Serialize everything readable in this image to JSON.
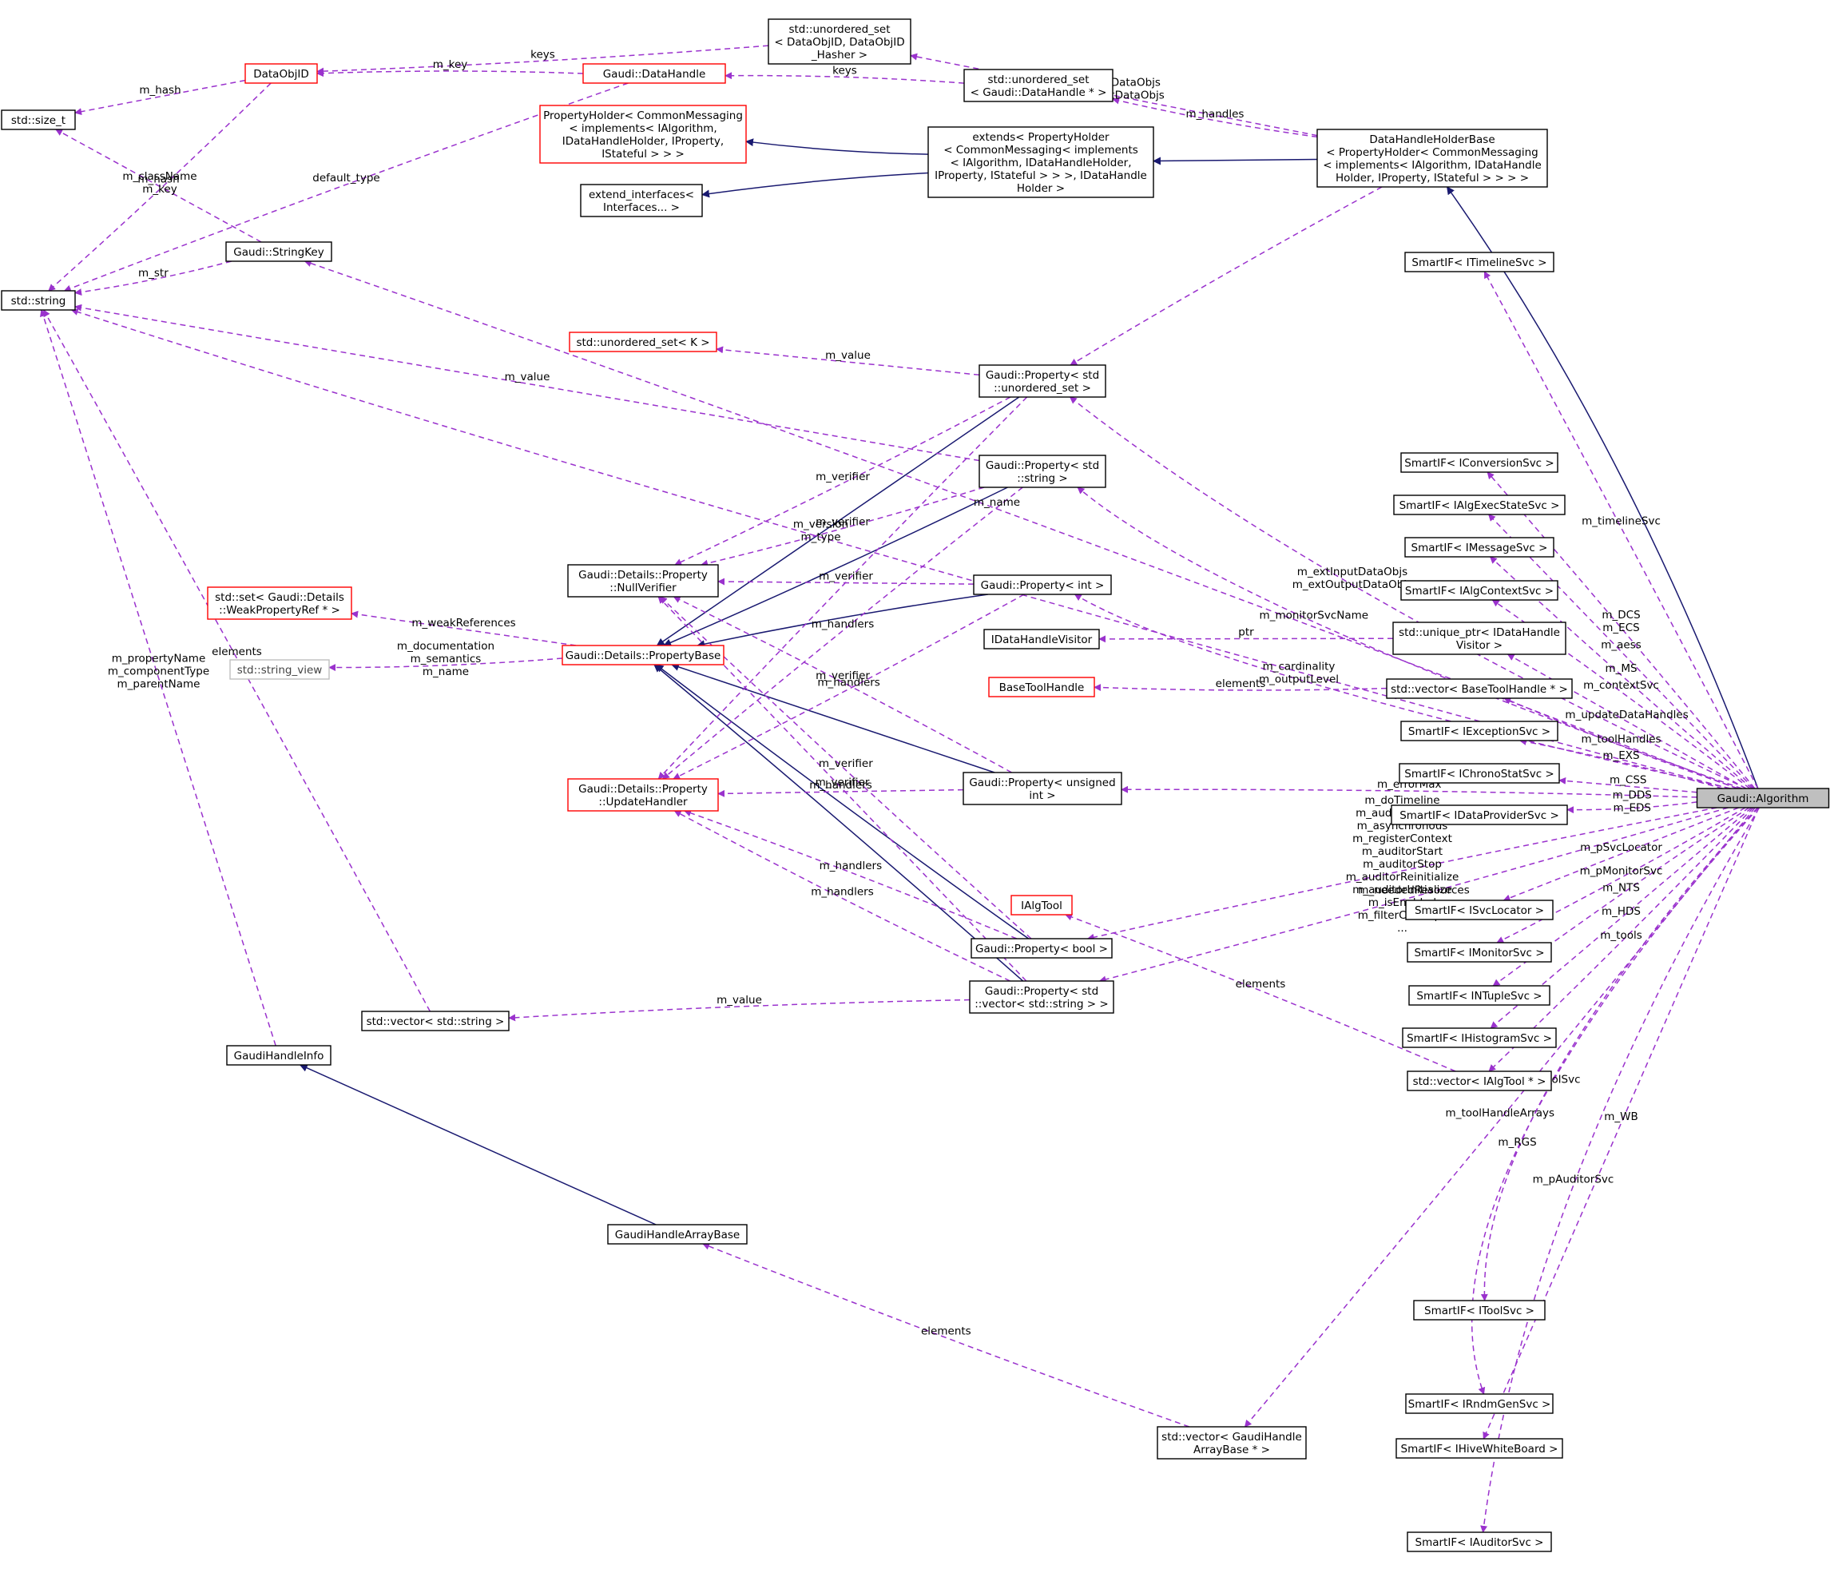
{
  "diagram": {
    "nodes": [
      {
        "id": "algorithm",
        "lines": [
          "Gaudi::Algorithm"
        ],
        "style": "root"
      },
      {
        "id": "std_string",
        "lines": [
          "std::string"
        ]
      },
      {
        "id": "size_t",
        "lines": [
          "std::size_t"
        ]
      },
      {
        "id": "dataobjid",
        "lines": [
          "DataObjID"
        ],
        "style": "red"
      },
      {
        "id": "datahandle",
        "lines": [
          "Gaudi::DataHandle"
        ],
        "style": "red"
      },
      {
        "id": "uset_dataobjid",
        "lines": [
          "std::unordered_set",
          "< DataObjID, DataObjID",
          "_Hasher >"
        ]
      },
      {
        "id": "uset_datahandle",
        "lines": [
          "std::unordered_set",
          "< Gaudi::DataHandle * >"
        ]
      },
      {
        "id": "propertyholder",
        "lines": [
          "PropertyHolder< CommonMessaging",
          "< implements< IAlgorithm,",
          "IDataHandleHolder, IProperty,",
          "IStateful > > >"
        ],
        "style": "red"
      },
      {
        "id": "extends",
        "lines": [
          "extends< PropertyHolder",
          "< CommonMessaging< implements",
          "< IAlgorithm, IDataHandleHolder,",
          "IProperty, IStateful > > >, IDataHandle",
          "Holder >"
        ]
      },
      {
        "id": "dhholderbase",
        "lines": [
          "DataHandleHolderBase",
          "< PropertyHolder< CommonMessaging",
          "< implements< IAlgorithm, IDataHandle",
          "Holder, IProperty, IStateful > > > >"
        ]
      },
      {
        "id": "extend_interfaces",
        "lines": [
          "extend_interfaces<",
          "Interfaces... >"
        ]
      },
      {
        "id": "stringkey",
        "lines": [
          "Gaudi::StringKey"
        ]
      },
      {
        "id": "smart_timeline",
        "lines": [
          "SmartIF< ITimelineSvc >"
        ]
      },
      {
        "id": "uset_k",
        "lines": [
          "std::unordered_set< K >"
        ],
        "style": "red"
      },
      {
        "id": "prop_uset",
        "lines": [
          "Gaudi::Property< std",
          "::unordered_set >"
        ]
      },
      {
        "id": "prop_string",
        "lines": [
          "Gaudi::Property< std",
          "::string >"
        ]
      },
      {
        "id": "nullverifier",
        "lines": [
          "Gaudi::Details::Property",
          "::NullVerifier"
        ]
      },
      {
        "id": "prop_int",
        "lines": [
          "Gaudi::Property< int >"
        ]
      },
      {
        "id": "set_weak",
        "lines": [
          "std::set< Gaudi::Details",
          "::WeakPropertyRef * >"
        ],
        "style": "red"
      },
      {
        "id": "propertybase",
        "lines": [
          "Gaudi::Details::PropertyBase"
        ],
        "style": "red"
      },
      {
        "id": "string_view",
        "lines": [
          "std::string_view"
        ],
        "style": "gray"
      },
      {
        "id": "updatehandler",
        "lines": [
          "Gaudi::Details::Property",
          "::UpdateHandler"
        ],
        "style": "red"
      },
      {
        "id": "prop_uint",
        "lines": [
          "Gaudi::Property< unsigned",
          "int >"
        ]
      },
      {
        "id": "ialgtool",
        "lines": [
          "IAlgTool"
        ],
        "style": "red"
      },
      {
        "id": "prop_bool",
        "lines": [
          "Gaudi::Property< bool >"
        ]
      },
      {
        "id": "prop_vecstring",
        "lines": [
          "Gaudi::Property< std",
          "::vector< std::string > >"
        ]
      },
      {
        "id": "vec_string",
        "lines": [
          "std::vector< std::string >"
        ]
      },
      {
        "id": "gaudihandleinfo",
        "lines": [
          "GaudiHandleInfo"
        ]
      },
      {
        "id": "gaudihandlearraybase",
        "lines": [
          "GaudiHandleArrayBase"
        ]
      },
      {
        "id": "vec_gharraybase",
        "lines": [
          "std::vector< GaudiHandle",
          "ArrayBase * >"
        ]
      },
      {
        "id": "smart_conversion",
        "lines": [
          "SmartIF< IConversionSvc >"
        ]
      },
      {
        "id": "smart_algexec",
        "lines": [
          "SmartIF< IAlgExecStateSvc >"
        ]
      },
      {
        "id": "smart_message",
        "lines": [
          "SmartIF< IMessageSvc >"
        ]
      },
      {
        "id": "smart_algcontext",
        "lines": [
          "SmartIF< IAlgContextSvc >"
        ]
      },
      {
        "id": "idhvisitor",
        "lines": [
          "IDataHandleVisitor"
        ]
      },
      {
        "id": "uptr_visitor",
        "lines": [
          "std::unique_ptr< IDataHandle",
          "Visitor >"
        ]
      },
      {
        "id": "basetoolhandle",
        "lines": [
          "BaseToolHandle"
        ],
        "style": "red"
      },
      {
        "id": "vec_basetoolhandle",
        "lines": [
          "std::vector< BaseToolHandle * >"
        ]
      },
      {
        "id": "smart_exception",
        "lines": [
          "SmartIF< IExceptionSvc >"
        ]
      },
      {
        "id": "smart_chrono",
        "lines": [
          "SmartIF< IChronoStatSvc >"
        ]
      },
      {
        "id": "smart_dataprovider",
        "lines": [
          "SmartIF< IDataProviderSvc >"
        ]
      },
      {
        "id": "smart_svclocator",
        "lines": [
          "SmartIF< ISvcLocator >"
        ]
      },
      {
        "id": "smart_monitor",
        "lines": [
          "SmartIF< IMonitorSvc >"
        ]
      },
      {
        "id": "smart_ntuple",
        "lines": [
          "SmartIF< INTupleSvc >"
        ]
      },
      {
        "id": "smart_histogram",
        "lines": [
          "SmartIF< IHistogramSvc >"
        ]
      },
      {
        "id": "vec_ialgtool",
        "lines": [
          "std::vector< IAlgTool * >"
        ]
      },
      {
        "id": "smart_tool",
        "lines": [
          "SmartIF< IToolSvc >"
        ]
      },
      {
        "id": "smart_rndm",
        "lines": [
          "SmartIF< IRndmGenSvc >"
        ]
      },
      {
        "id": "smart_whiteboard",
        "lines": [
          "SmartIF< IHiveWhiteBoard >"
        ]
      },
      {
        "id": "smart_auditor",
        "lines": [
          "SmartIF< IAuditorSvc >"
        ]
      }
    ],
    "edges": [
      {
        "from": "algorithm",
        "to": "dhholderbase",
        "type": "inherit",
        "label": []
      },
      {
        "from": "dhholderbase",
        "to": "extends",
        "type": "inherit",
        "label": []
      },
      {
        "from": "extends",
        "to": "propertyholder",
        "type": "inherit",
        "label": []
      },
      {
        "from": "extends",
        "to": "extend_interfaces",
        "type": "inherit",
        "label": []
      },
      {
        "from": "prop_uset",
        "to": "propertybase",
        "type": "inherit",
        "label": []
      },
      {
        "from": "prop_string",
        "to": "propertybase",
        "type": "inherit",
        "label": []
      },
      {
        "from": "prop_int",
        "to": "propertybase",
        "type": "inherit",
        "label": []
      },
      {
        "from": "prop_uint",
        "to": "propertybase",
        "type": "inherit",
        "label": []
      },
      {
        "from": "prop_bool",
        "to": "propertybase",
        "type": "inherit",
        "label": []
      },
      {
        "from": "prop_vecstring",
        "to": "propertybase",
        "type": "inherit",
        "label": []
      },
      {
        "from": "gaudihandlearraybase",
        "to": "gaudihandleinfo",
        "type": "inherit",
        "label": []
      },
      {
        "from": "uset_dataobjid",
        "to": "dataobjid",
        "type": "uses",
        "label": [
          "keys"
        ]
      },
      {
        "from": "datahandle",
        "to": "dataobjid",
        "type": "uses",
        "label": [
          "m_key"
        ]
      },
      {
        "from": "dataobjid",
        "to": "size_t",
        "type": "uses",
        "label": [
          "m_hash"
        ]
      },
      {
        "from": "dataobjid",
        "to": "std_string",
        "type": "uses",
        "label": [
          "m_className",
          "m_key"
        ]
      },
      {
        "from": "datahandle",
        "to": "std_string",
        "type": "uses",
        "label": [
          "default_type"
        ]
      },
      {
        "from": "stringkey",
        "to": "size_t",
        "type": "uses",
        "label": [
          "m_hash"
        ]
      },
      {
        "from": "stringkey",
        "to": "std_string",
        "type": "uses",
        "label": [
          "m_str"
        ]
      },
      {
        "from": "uset_datahandle",
        "to": "datahandle",
        "type": "uses",
        "label": [
          "keys"
        ]
      },
      {
        "from": "dhholderbase",
        "to": "uset_dataobjid",
        "type": "uses",
        "label": [
          "m_inputDataObjs",
          "m_outputDataObjs"
        ]
      },
      {
        "from": "dhholderbase",
        "to": "uset_datahandle",
        "type": "uses",
        "label": [
          "m_handles"
        ]
      },
      {
        "from": "dhholderbase",
        "to": "prop_uset",
        "type": "uses",
        "label": []
      },
      {
        "from": "algorithm",
        "to": "stringkey",
        "type": "uses",
        "label": [
          "m_name"
        ]
      },
      {
        "from": "algorithm",
        "to": "prop_uset",
        "type": "uses",
        "label": [
          "m_extInputDataObjs",
          "m_extOutputDataObjs"
        ]
      },
      {
        "from": "algorithm",
        "to": "smart_timeline",
        "type": "uses",
        "label": [
          "m_timelineSvc"
        ]
      },
      {
        "from": "algorithm",
        "to": "std_string",
        "type": "uses",
        "label": [
          "m_version",
          "m_type"
        ]
      },
      {
        "from": "algorithm",
        "to": "prop_string",
        "type": "uses",
        "label": [
          "m_monitorSvcName"
        ]
      },
      {
        "from": "algorithm",
        "to": "prop_int",
        "type": "uses",
        "label": [
          "m_cardinality",
          "m_outputLevel"
        ]
      },
      {
        "from": "prop_uset",
        "to": "uset_k",
        "type": "uses",
        "label": [
          "m_value"
        ]
      },
      {
        "from": "prop_uset",
        "to": "nullverifier",
        "type": "uses",
        "label": [
          "m_verifier"
        ]
      },
      {
        "from": "prop_uset",
        "to": "updatehandler",
        "type": "uses",
        "label": []
      },
      {
        "from": "prop_string",
        "to": "std_string",
        "type": "uses",
        "label": [
          "m_value"
        ]
      },
      {
        "from": "prop_string",
        "to": "nullverifier",
        "type": "uses",
        "label": [
          "m_verifier"
        ]
      },
      {
        "from": "prop_string",
        "to": "updatehandler",
        "type": "uses",
        "label": [
          "m_handlers"
        ]
      },
      {
        "from": "prop_int",
        "to": "nullverifier",
        "type": "uses",
        "label": [
          "m_verifier"
        ]
      },
      {
        "from": "prop_int",
        "to": "updatehandler",
        "type": "uses",
        "label": [
          "m_handlers"
        ]
      },
      {
        "from": "prop_uint",
        "to": "nullverifier",
        "type": "uses",
        "label": [
          "m_verifier"
        ]
      },
      {
        "from": "prop_uint",
        "to": "updatehandler",
        "type": "uses",
        "label": [
          "m_handlers"
        ]
      },
      {
        "from": "prop_bool",
        "to": "nullverifier",
        "type": "uses",
        "label": [
          "m_verifier"
        ]
      },
      {
        "from": "prop_bool",
        "to": "updatehandler",
        "type": "uses",
        "label": [
          "m_handlers"
        ]
      },
      {
        "from": "prop_vecstring",
        "to": "nullverifier",
        "type": "uses",
        "label": [
          "m_verifier"
        ]
      },
      {
        "from": "prop_vecstring",
        "to": "updatehandler",
        "type": "uses",
        "label": [
          "m_handlers"
        ]
      },
      {
        "from": "prop_vecstring",
        "to": "vec_string",
        "type": "uses",
        "label": [
          "m_value"
        ]
      },
      {
        "from": "propertybase",
        "to": "set_weak",
        "type": "uses",
        "label": [
          "m_weakReferences"
        ]
      },
      {
        "from": "propertybase",
        "to": "string_view",
        "type": "uses",
        "label": [
          "m_documentation",
          "m_semantics",
          "m_name"
        ]
      },
      {
        "from": "vec_string",
        "to": "std_string",
        "type": "uses",
        "label": [
          "elements"
        ]
      },
      {
        "from": "gaudihandleinfo",
        "to": "std_string",
        "type": "uses",
        "label": [
          "m_propertyName",
          "m_componentType",
          "m_parentName"
        ]
      },
      {
        "from": "vec_gharraybase",
        "to": "gaudihandlearraybase",
        "type": "uses",
        "label": [
          "elements"
        ]
      },
      {
        "from": "vec_ialgtool",
        "to": "ialgtool",
        "type": "uses",
        "label": [
          "elements"
        ]
      },
      {
        "from": "uptr_visitor",
        "to": "idhvisitor",
        "type": "uses",
        "label": [
          "ptr"
        ]
      },
      {
        "from": "vec_basetoolhandle",
        "to": "basetoolhandle",
        "type": "uses",
        "label": [
          "elements"
        ]
      },
      {
        "from": "algorithm",
        "to": "smart_conversion",
        "type": "uses",
        "label": [
          "m_DCS",
          "m_ECS"
        ]
      },
      {
        "from": "algorithm",
        "to": "smart_algexec",
        "type": "uses",
        "label": [
          "m_aess"
        ]
      },
      {
        "from": "algorithm",
        "to": "smart_message",
        "type": "uses",
        "label": [
          "m_MS"
        ]
      },
      {
        "from": "algorithm",
        "to": "smart_algcontext",
        "type": "uses",
        "label": [
          "m_contextSvc"
        ]
      },
      {
        "from": "algorithm",
        "to": "uptr_visitor",
        "type": "uses",
        "label": [
          "m_updateDataHandles"
        ]
      },
      {
        "from": "algorithm",
        "to": "vec_basetoolhandle",
        "type": "uses",
        "label": [
          "m_toolHandles"
        ]
      },
      {
        "from": "algorithm",
        "to": "smart_exception",
        "type": "uses",
        "label": [
          "m_EXS"
        ]
      },
      {
        "from": "algorithm",
        "to": "smart_chrono",
        "type": "uses",
        "label": [
          "m_CSS"
        ]
      },
      {
        "from": "algorithm",
        "to": "smart_dataprovider",
        "type": "uses",
        "label": [
          "m_DDS",
          "m_EDS"
        ]
      },
      {
        "from": "algorithm",
        "to": "prop_uint",
        "type": "uses",
        "label": [
          "m_errorMax"
        ]
      },
      {
        "from": "algorithm",
        "to": "smart_svclocator",
        "type": "uses",
        "label": [
          "m_pSvcLocator"
        ]
      },
      {
        "from": "algorithm",
        "to": "smart_monitor",
        "type": "uses",
        "label": [
          "m_pMonitorSvc"
        ]
      },
      {
        "from": "algorithm",
        "to": "smart_ntuple",
        "type": "uses",
        "label": [
          "m_NTS"
        ]
      },
      {
        "from": "algorithm",
        "to": "smart_histogram",
        "type": "uses",
        "label": [
          "m_HDS"
        ]
      },
      {
        "from": "algorithm",
        "to": "vec_ialgtool",
        "type": "uses",
        "label": [
          "m_tools"
        ]
      },
      {
        "from": "algorithm",
        "to": "prop_bool",
        "type": "uses",
        "label": [
          "m_doTimeline",
          "m_auditorRestart",
          "m_asynchronous",
          "m_registerContext",
          "m_auditorStart",
          "m_auditorStop",
          "m_auditorReinitialize",
          "m_auditorInitialize",
          "m_isEnabled",
          "m_filterCircDeps",
          "..."
        ]
      },
      {
        "from": "algorithm",
        "to": "smart_tool",
        "type": "uses",
        "label": [
          "m_ptoolSvc"
        ]
      },
      {
        "from": "algorithm",
        "to": "prop_vecstring",
        "type": "uses",
        "label": [
          "m_neededResources"
        ]
      },
      {
        "from": "algorithm",
        "to": "smart_rndm",
        "type": "uses",
        "label": [
          "m_RGS"
        ]
      },
      {
        "from": "algorithm",
        "to": "smart_whiteboard",
        "type": "uses",
        "label": [
          "m_WB"
        ]
      },
      {
        "from": "algorithm",
        "to": "vec_gharraybase",
        "type": "uses",
        "label": [
          "m_toolHandleArrays"
        ]
      },
      {
        "from": "algorithm",
        "to": "smart_auditor",
        "type": "uses",
        "label": [
          "m_pAuditorSvc"
        ]
      }
    ]
  },
  "colors": {
    "uses_edge": "#9a32cd",
    "inherit_edge": "#191970",
    "root_fill": "#bfbfbf",
    "red_border": "#ff0000"
  }
}
